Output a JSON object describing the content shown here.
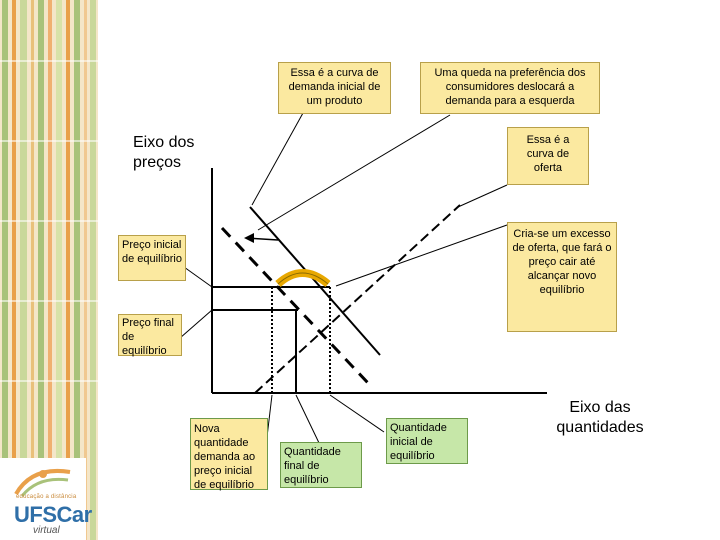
{
  "annotations": {
    "demanda_inicial": "Essa é a curva de demanda inicial de um produto",
    "queda_preferencia": "Uma queda na preferência dos consumidores deslocará a demanda para a esquerda",
    "curva_oferta": "Essa é a curva de oferta",
    "excesso_oferta": "Cria-se um excesso de oferta, que fará o preço cair até alcançar novo equilíbrio",
    "preco_inicial": "Preço inicial de equilíbrio",
    "preco_final": "Preço final de equilíbrio",
    "nova_quantidade": "Nova quantidade demanda ao preço inicial de equilíbrio",
    "quantidade_final": "Quantidade final de equilíbrio",
    "quantidade_inicial": "Quantidade inicial de equilíbrio"
  },
  "axes": {
    "y_label": "Eixo dos preços",
    "x_label": "Eixo das quantidades"
  },
  "logo": {
    "tagline": "educação a distância",
    "name": "UFSCar",
    "sub": "virtual"
  },
  "colors": {
    "yellow_box": "#fbe9a0",
    "green_box": "#c6e7a8",
    "arc": "#e8a800",
    "stripe_green": "#a9c27a",
    "stripe_orange": "#e9a04a"
  }
}
